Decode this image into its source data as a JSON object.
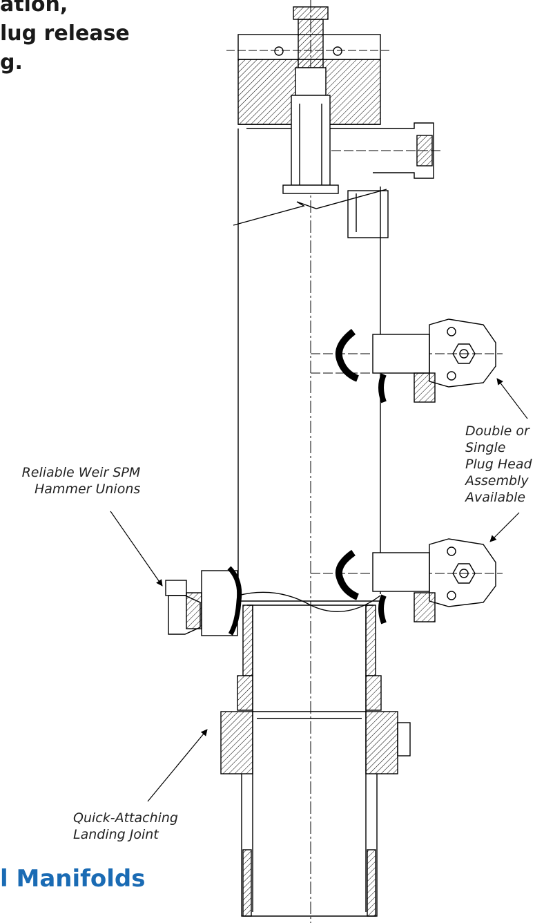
{
  "heading": {
    "line1": "ation,",
    "line2": "lug release",
    "line3": "g."
  },
  "callouts": {
    "hammer_unions": [
      "Reliable Weir SPM",
      "Hammer Unions"
    ],
    "plug_head": [
      "Double or",
      "Single",
      "Plug Head",
      "Assembly",
      "Available"
    ],
    "landing_joint": [
      "Quick-Attaching",
      "Landing Joint"
    ]
  },
  "footer": {
    "title": "l Manifolds"
  },
  "colors": {
    "footer_title": "#1a6bb4",
    "line": "#000000"
  }
}
